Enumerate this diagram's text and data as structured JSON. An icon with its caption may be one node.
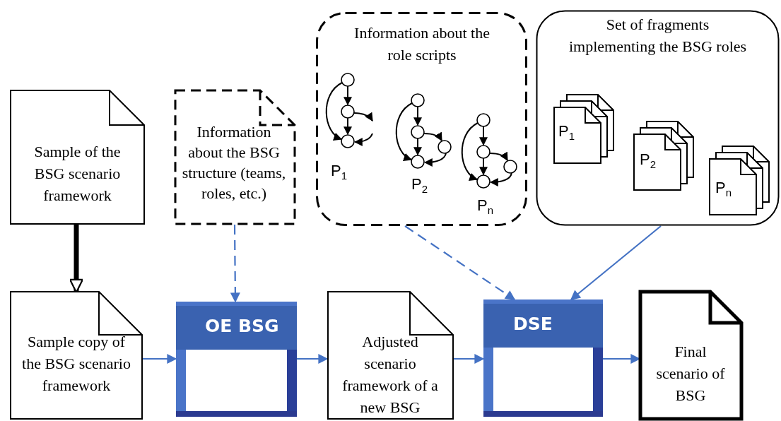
{
  "diagram": {
    "nodes": [
      {
        "text": [
          "Sample of the BSG scenario framework"
        ]
      },
      {
        "text": [
          "Information about the BSG structure (teams, roles, etc.)"
        ]
      },
      {
        "text": [
          "Information about the role scripts",
          "P$_{1}$",
          "P$_{2}$",
          "P$_{n}$"
        ]
      },
      {
        "text": [
          "Set of fragments implementing the BSG roles",
          "P$_{1}$",
          "P$_{2}$",
          "P$_{n}$"
        ]
      },
      {
        "text": [
          "Sample copy of the BSG scenario framework"
        ]
      },
      {
        "text": [
          "OE BSG"
        ]
      },
      {
        "text": [
          "Adjusted scenario framework of a new BSG"
        ]
      },
      {
        "text": [
          "DSE"
        ]
      },
      {
        "text": [
          "Final scenario of BSG"
        ]
      }
    ],
    "edges": [
      {
        "from": 0,
        "to": 4,
        "arrow": "to",
        "style": "thick",
        "color": "#000000"
      },
      {
        "from": 1,
        "to": 5,
        "arrow": "to",
        "style": "dashed"
      },
      {
        "from": 4,
        "to": 5,
        "arrow": "to"
      },
      {
        "from": 5,
        "to": 6,
        "arrow": "to"
      },
      {
        "from": 2,
        "to": 7,
        "arrow": "to",
        "style": "dashed"
      },
      {
        "from": 3,
        "to": 7,
        "arrow": "to"
      },
      {
        "from": 6,
        "to": 7,
        "arrow": "to"
      },
      {
        "from": 7,
        "to": 8,
        "arrow": "to"
      }
    ]
  }
}
